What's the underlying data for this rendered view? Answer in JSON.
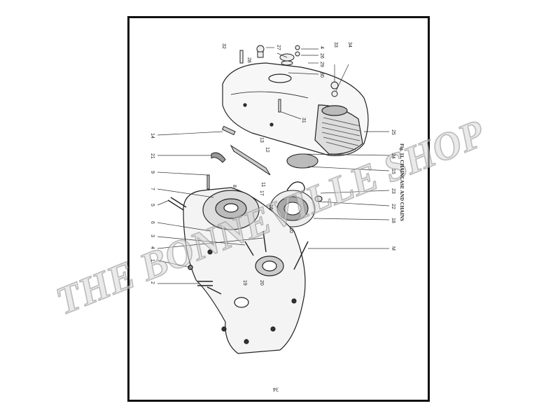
{
  "caption": "Fig. 11.  CHAINCASE AND CHAINS",
  "page_number": "34",
  "watermark": "THE BONNEVILLE SHOP",
  "colors": {
    "frame": "#111111",
    "ink": "#222222",
    "watermark": "#c8c8c8"
  },
  "callouts_left": [
    "14",
    "21",
    "9",
    "7",
    "5",
    "6",
    "3",
    "4",
    "1",
    "2"
  ],
  "callouts_right": [
    "25",
    "24",
    "15",
    "23",
    "22",
    "18",
    "M"
  ],
  "callouts_top": [
    "32",
    "27",
    "4",
    "26",
    "29",
    "30",
    "28",
    "33",
    "34",
    "31"
  ],
  "callouts_middle": [
    "13",
    "12",
    "11",
    "8",
    "17",
    "16",
    "10",
    "19",
    "20"
  ]
}
